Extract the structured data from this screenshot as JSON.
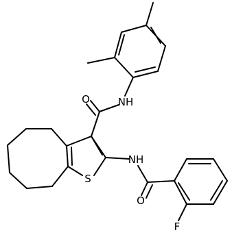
{
  "diagram": {
    "type": "chemical-structure",
    "atom_labels": {
      "amide_oxygen_top": "O",
      "amide_nh_top": "NH",
      "amide_nh_bottom": "NH",
      "ring_sulfur": "S",
      "amide_oxygen_bottom": "O",
      "fluorine": "F"
    }
  }
}
